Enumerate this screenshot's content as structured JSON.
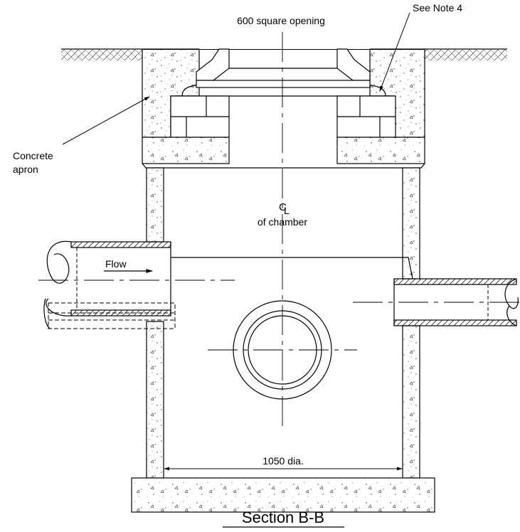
{
  "labels": {
    "opening": "600 square opening",
    "note": "See Note 4",
    "apron_line1": "Concrete",
    "apron_line2": "apron",
    "centerline_symbol_c": "C",
    "centerline_symbol_l": "L",
    "centerline_desc": "of chamber",
    "flow": "Flow",
    "diameter": "1050 dia.",
    "title": "Section B-B"
  }
}
